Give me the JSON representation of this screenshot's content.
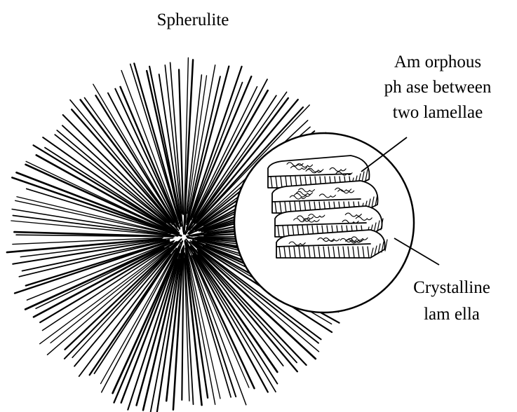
{
  "title": "Spherulite",
  "labels": {
    "amorphous": [
      "Am orphous",
      "ph ase between",
      "two lamellae"
    ],
    "crystalline": [
      "Crystalline",
      "lam ella"
    ]
  },
  "colors": {
    "ink": "#000000",
    "background": "#ffffff"
  }
}
